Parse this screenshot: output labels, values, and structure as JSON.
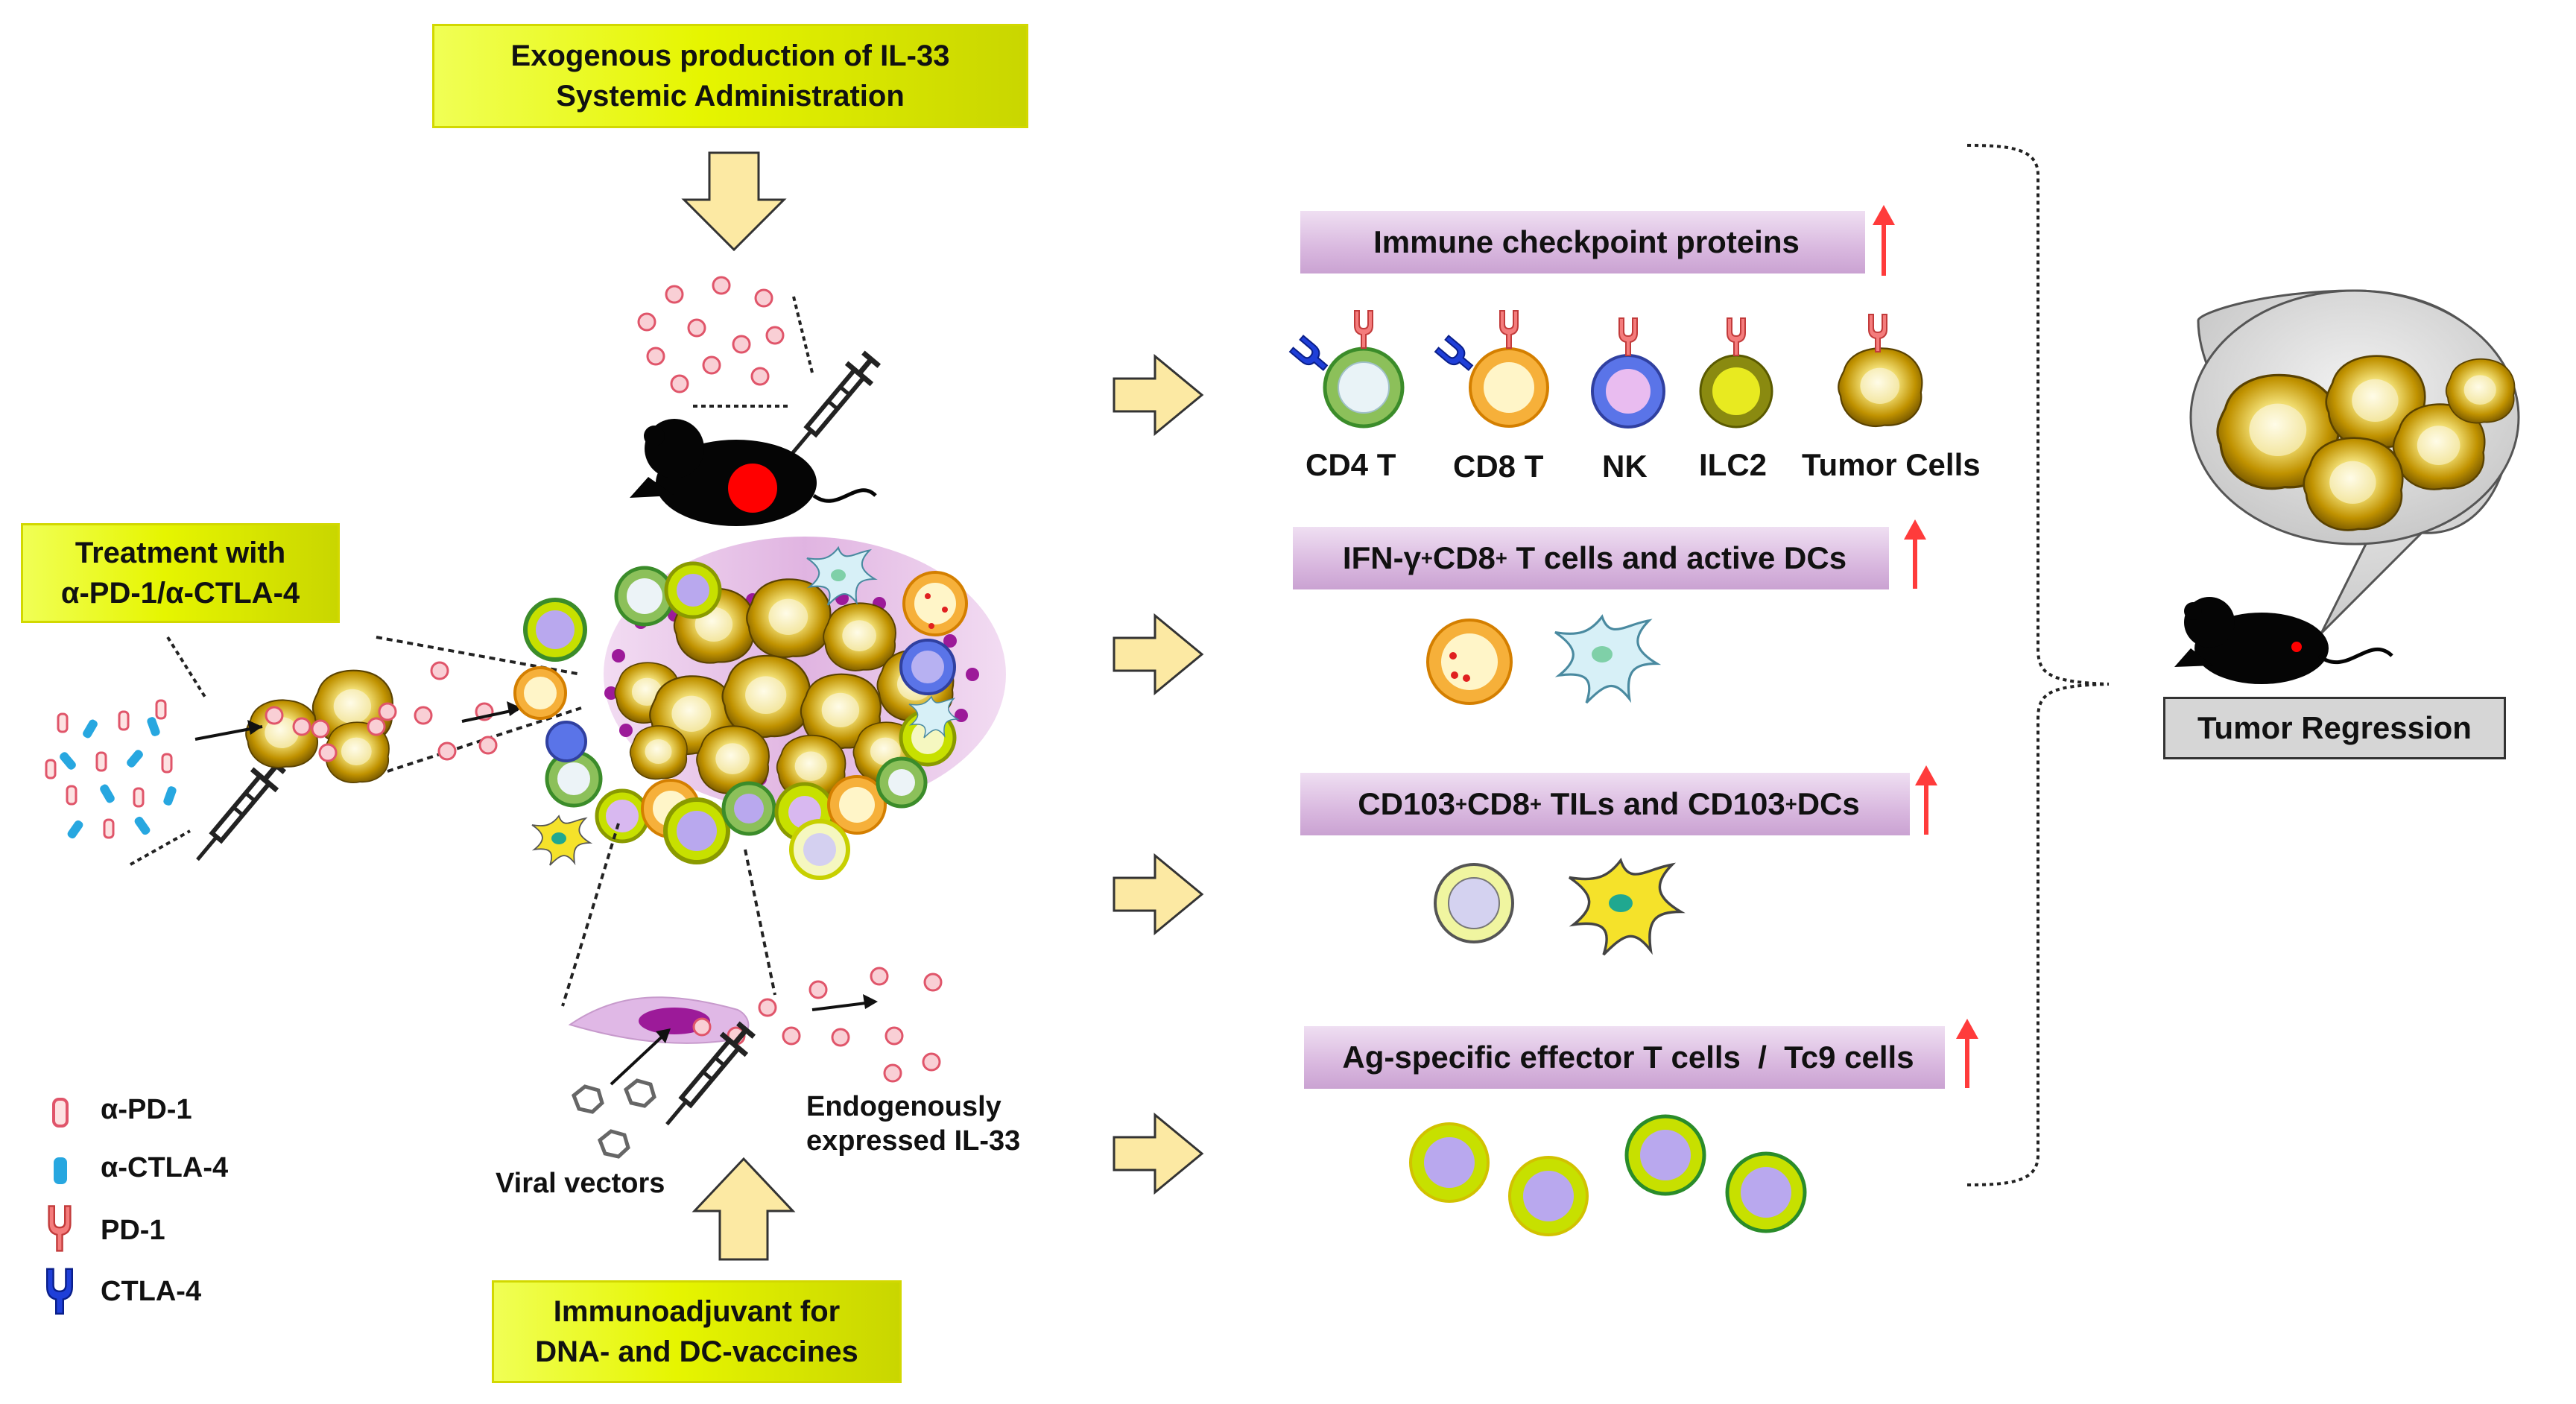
{
  "exogenous_box": {
    "line1": "Exogenous production of IL-33",
    "line2": "Systemic Administration"
  },
  "treatment_box": {
    "line1": "Treatment with",
    "line2": "α-PD-1/α-CTLA-4"
  },
  "immunoadjuvant_box": {
    "line1": "Immunoadjuvant for",
    "line2": "DNA-  and DC-vaccines"
  },
  "viral_vectors_label": "Viral vectors",
  "endogenous_label": {
    "line1": "Endogenously",
    "line2": "expressed IL-33"
  },
  "effects": {
    "checkpoint": {
      "title": "Immune checkpoint proteins",
      "cells": [
        "CD4  T",
        "CD8  T",
        "NK",
        "ILC2",
        "Tumor Cells"
      ]
    },
    "ifn": {
      "pre": "IFN-γ",
      "sup1": "+",
      "mid": "CD8",
      "sup2": "+",
      "post": " T cells and active DCs"
    },
    "cd103": {
      "pre": "CD103",
      "sup1": "+",
      "mid": "CD8",
      "sup2": "+",
      "mid2": " TILs and CD103",
      "sup3": "+",
      "post": "DCs"
    },
    "agspecific": {
      "title": "Ag-specific effector T cells  /  Tc9 cells"
    }
  },
  "outcome": {
    "label": "Tumor Regression"
  },
  "legend": [
    {
      "icon": "pd1-antibody-icon",
      "label": "α-PD-1"
    },
    {
      "icon": "ctla4-antibody-icon",
      "label": "α-CTLA-4"
    },
    {
      "icon": "pd1-receptor-icon",
      "label": "PD-1"
    },
    {
      "icon": "ctla4-receptor-icon",
      "label": "CTLA-4"
    }
  ],
  "colors": {
    "yellow_box": "#e6f500",
    "purple_box": "#d9b8df",
    "gray_box": "#d6d6d6",
    "arrow_fill": "#fce9a3",
    "arrow_stroke": "#333333",
    "up_arrow": "#ff3b3b",
    "il33_dot": "#f7c6cc",
    "il33_stroke": "#e0556a",
    "tumor": "#8a6a00"
  }
}
